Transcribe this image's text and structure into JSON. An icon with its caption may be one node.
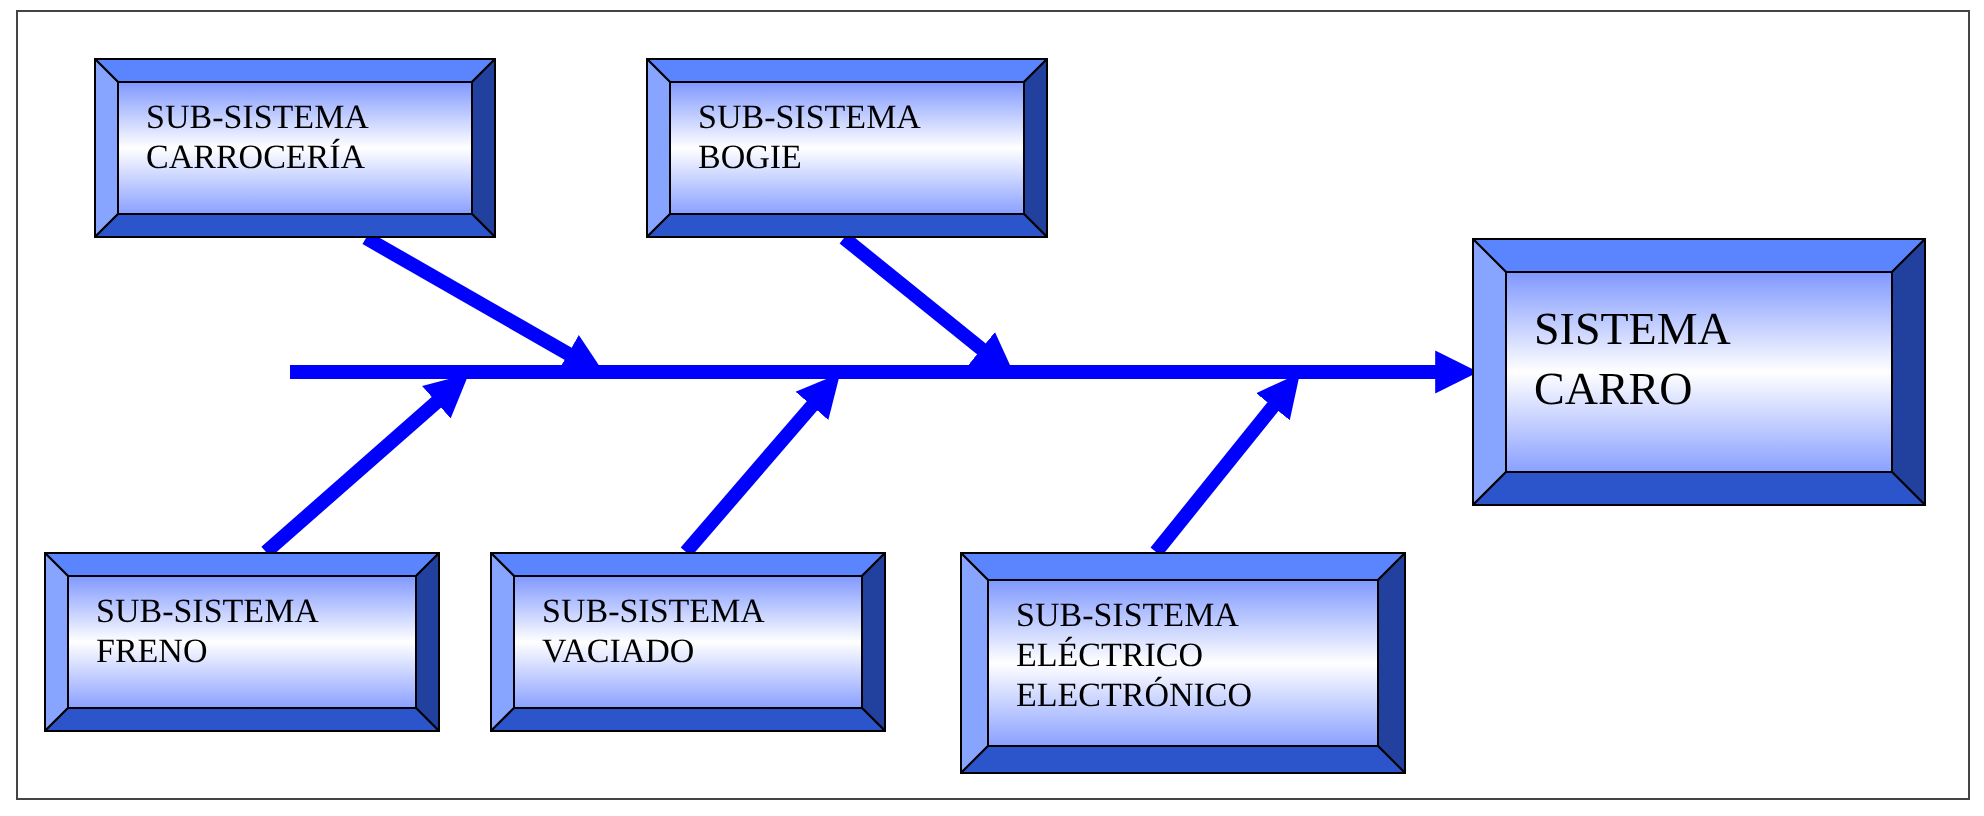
{
  "diagram": {
    "nodes": [
      {
        "text": [
          "SUB-SISTEMA CARROCERÍA"
        ]
      },
      {
        "text": [
          "SUB-SISTEMA BOGIE"
        ]
      },
      {
        "text": [
          "SISTEMA CARRO"
        ]
      },
      {
        "text": [
          "SUB-SISTEMA FRENO"
        ]
      },
      {
        "text": [
          "SUB-SISTEMA VACIADO"
        ]
      },
      {
        "text": [
          "SUB-SISTEMA ELÉCTRICO ELECTRÓNICO"
        ]
      }
    ],
    "edges": [
      {
        "from": null,
        "to": 2,
        "arrow": "to"
      },
      {
        "from": 0,
        "to": null,
        "arrow": "to"
      },
      {
        "from": 1,
        "to": null,
        "arrow": "to"
      },
      {
        "from": 3,
        "to": null,
        "arrow": "to"
      },
      {
        "from": 4,
        "to": null,
        "arrow": "to"
      },
      {
        "from": 5,
        "to": null,
        "arrow": "to"
      }
    ]
  }
}
